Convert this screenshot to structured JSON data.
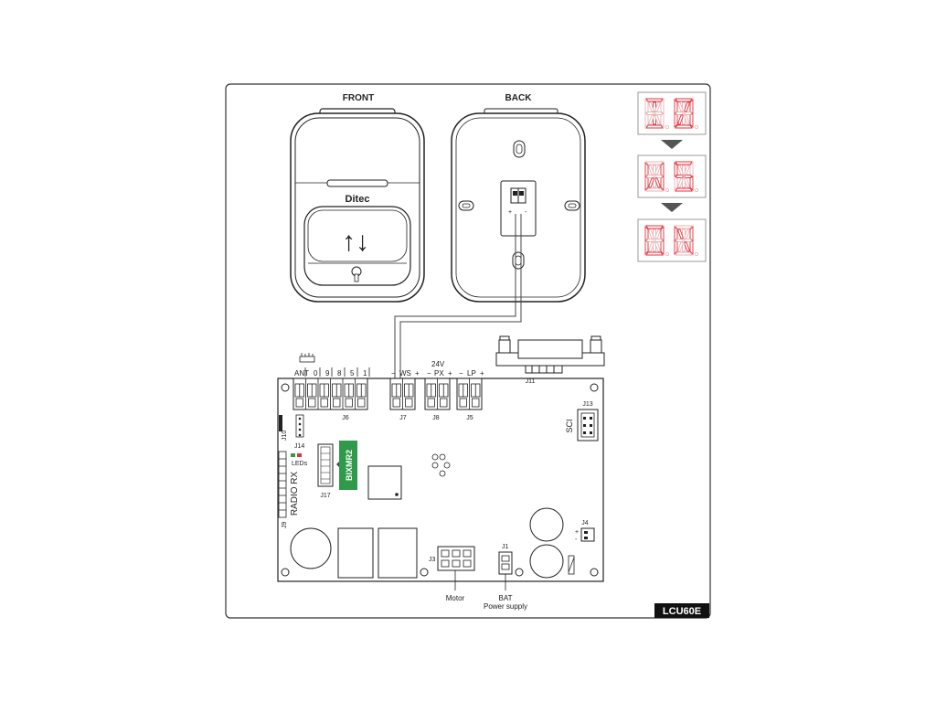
{
  "device": {
    "front_label": "FRONT",
    "back_label": "BACK",
    "brand": "Ditec",
    "arrows": "↑↓"
  },
  "display": {
    "steps": [
      "I0",
      "WS",
      "ON"
    ],
    "segment_color": "#e8303a"
  },
  "board": {
    "model": "LCU60E",
    "terminal_labels": [
      "ANT",
      "0",
      "9",
      "8",
      "5",
      "1"
    ],
    "connectors": {
      "j6": "J6",
      "j7": "J7",
      "j8": "J8",
      "j5": "J5",
      "j11": "J11",
      "j13": "J13",
      "j10": "J10",
      "j14": "J14",
      "j17": "J17",
      "j9": "J9",
      "j4": "J4",
      "j3": "J3",
      "j1": "J1"
    },
    "ws_label": "WS",
    "voltage_label": "24V",
    "px_label": "PX",
    "lp_label": "LP",
    "sci_label": "SCI",
    "radio_rx_label": "RADIO RX",
    "leds_label": "LEDs",
    "bixmr2_label": "BIXMR2",
    "motor_label": "Motor",
    "bat_label": "BAT",
    "power_supply_label": "Power supply",
    "module_color": "#2e9a4a"
  }
}
